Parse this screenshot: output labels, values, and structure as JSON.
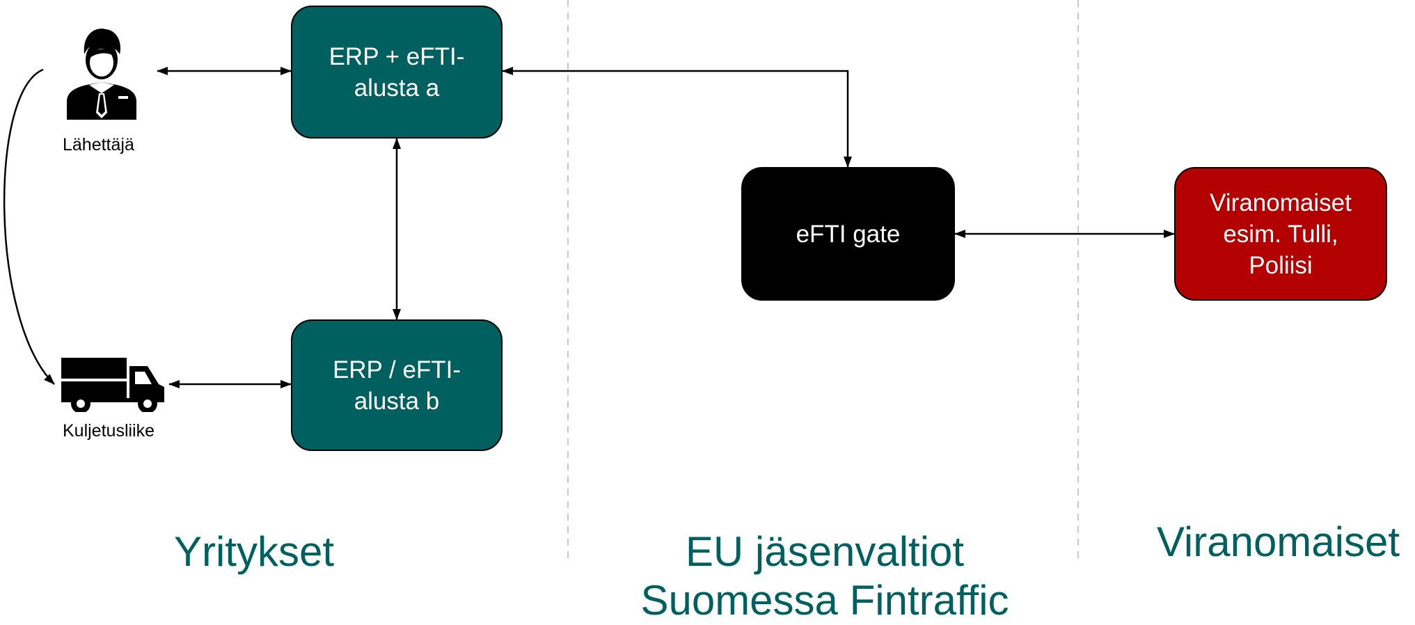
{
  "colors": {
    "teal": "#005f5f",
    "black": "#000000",
    "red": "#b30000",
    "zone_text": "#005f5f",
    "divider": "#c8c8c8"
  },
  "actors": {
    "sender": {
      "icon": "businessman-icon",
      "label": "Lähettäjä"
    },
    "carrier": {
      "icon": "truck-icon",
      "label": "Kuljetusliike"
    }
  },
  "boxes": {
    "platform_a": "ERP + eFTI-\nalusta a",
    "platform_b": "ERP / eFTI-\nalusta b",
    "gate": "eFTI gate",
    "authorities": "Viranomaiset\nesim. Tulli,\nPoliisi"
  },
  "zones": {
    "companies": "Yritykset",
    "member_states": "EU jäsenvaltiot\nSuomessa Fintraffic",
    "authorities": "Viranomaiset"
  }
}
